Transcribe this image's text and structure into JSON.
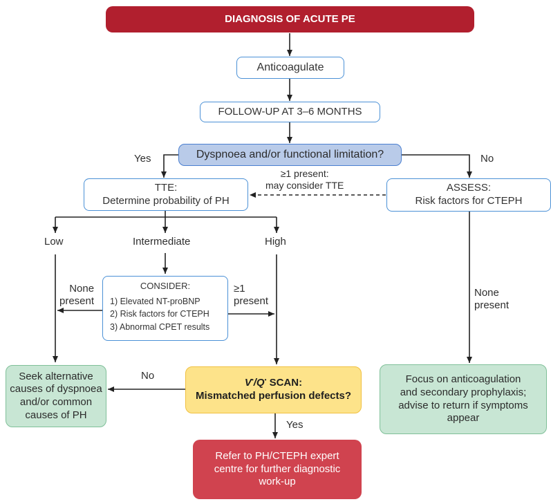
{
  "nodes": {
    "diagnosis": "DIAGNOSIS OF ACUTE PE",
    "anticoagulate": "Anticoagulate",
    "followup": "FOLLOW-UP AT 3–6 MONTHS",
    "dyspnoea_question": "Dyspnoea and/or functional limitation?",
    "tte": {
      "line1": "TTE:",
      "line2": "Determine probability of PH"
    },
    "assess": {
      "line1": "ASSESS:",
      "line2": "Risk factors for CTEPH"
    },
    "consider": {
      "heading": "CONSIDER:",
      "items": [
        "1) Elevated NT-proBNP",
        "2) Risk factors for CTEPH",
        "3) Abnormal CPET results"
      ]
    },
    "vq_scan": {
      "v": "V",
      "slash_q": "/Q",
      "rest": " SCAN:",
      "line2": "Mismatched perfusion defects?"
    },
    "seek_alternative": {
      "line1": "Seek alternative",
      "line2": "causes of dyspnoea",
      "line3": "and/or common",
      "line4": "causes of PH"
    },
    "focus_anticoagulation": {
      "line1": "Focus on anticoagulation",
      "line2": "and secondary prophylaxis;",
      "line3": "advise to return if symptoms",
      "line4": "appear"
    },
    "refer_expert": {
      "line1": "Refer to PH/CTEPH expert",
      "line2": "centre for further diagnostic",
      "line3": "work-up"
    }
  },
  "edge_labels": {
    "yes_left": "Yes",
    "no_right": "No",
    "present_consider_1": "≥1 present:",
    "present_consider_2": "may consider TTE",
    "low": "Low",
    "intermediate": "Intermediate",
    "high": "High",
    "none_present_left_1": "None",
    "none_present_left_2": "present",
    "ge1_present_1": "≥1",
    "ge1_present_2": "present",
    "none_present_right_1": "None",
    "none_present_right_2": "present",
    "no_bottom": "No",
    "yes_bottom": "Yes"
  },
  "colors": {
    "title": "#b11f2e",
    "question": "#b9cbe9",
    "white_border": "#4a90d6",
    "green": "#c8e6d4",
    "yellow": "#fde38a",
    "red": "#d0434f"
  }
}
